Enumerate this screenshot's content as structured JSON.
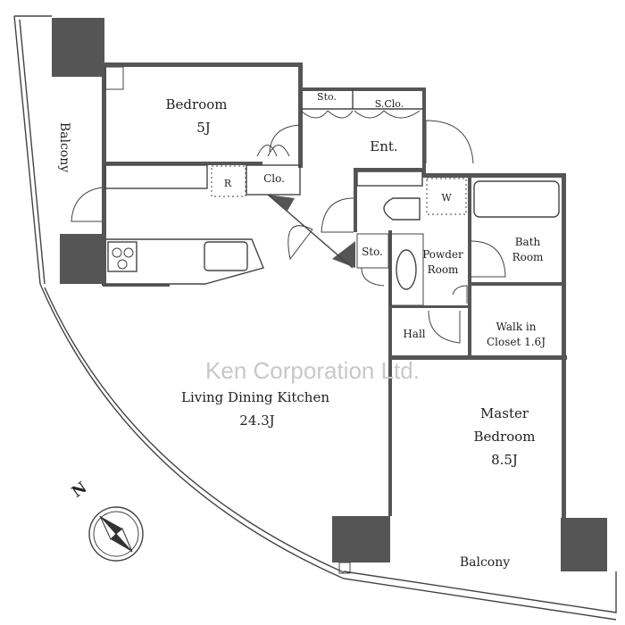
{
  "rooms": {
    "bedroom": {
      "name": "Bedroom",
      "size": "5J"
    },
    "balcony_left": "Balcony",
    "balcony_bottom": "Balcony",
    "storage_top": "Sto.",
    "shoe_closet": "S.Clo.",
    "entrance": "Ent.",
    "closet": "Clo.",
    "fridge": "R",
    "washer": "W",
    "storage_mid": "Sto.",
    "powder_room": [
      "Powder",
      "Room"
    ],
    "bath_room": [
      "Bath",
      "Room"
    ],
    "hall": "Hall",
    "walk_in_closet": [
      "Walk in",
      "Closet 1.6J"
    ],
    "ldk": {
      "name": "Living Dining Kitchen",
      "size": "24.3J"
    },
    "master_bedroom": {
      "name": [
        "Master",
        "Bedroom"
      ],
      "size": "8.5J"
    }
  },
  "watermark": "Ken Corporation Ltd.",
  "compass": {
    "label": "N"
  },
  "colors": {
    "wall": "#555555",
    "line": "#444444"
  }
}
